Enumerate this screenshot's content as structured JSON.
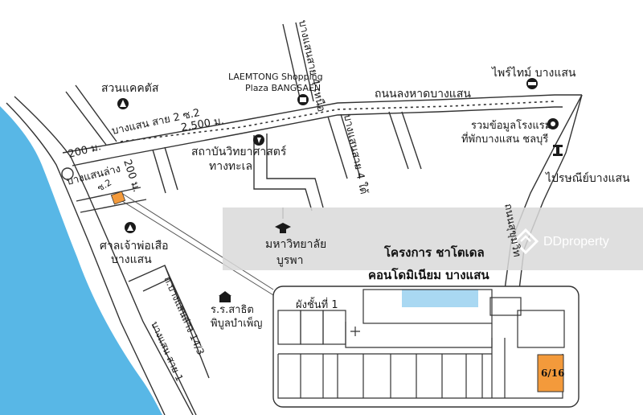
{
  "colors": {
    "sea": "#58b7e6",
    "pool": "#a9d8f2",
    "unit": "#f39a3b",
    "banner": "#d9d9d9",
    "ink": "#1a1a1a"
  },
  "labels": {
    "suan_khaek_dat": "สวนแคคตัส",
    "laemtong_line1": "LAEMTONG Shopping",
    "laemtong_line2": "Plaza BANGSAEN",
    "bangsaen_sai4_nuea": "บางแสนสาย 4 เหนือ",
    "beach_road": "ถนนลงหาดบางแสน",
    "prime_time": "ไพร์ไทม์ บางแสน",
    "bangsaen_sai2": "บางแสน สาย 2 ซ.2",
    "dist_2500": "2,500 ม.",
    "dist_200_left": "200 ม.",
    "dist_200_diag": "200 ม.",
    "bang_saen_lang": "บางแสนล่าง",
    "soi2": "ซ.2",
    "marine_line1": "สถาบันวิทยาศาสตร์",
    "marine_line2": "ทางทะเล",
    "bangsaen_sai4_tai": "บางแสนสาย 4 ใต้",
    "hotel_line1": "รวมข้อมูลโรงแรม",
    "hotel_line2": "ที่พักบางแสน ชลบุรี",
    "post_office": "ไปรษณีย์บางแสน",
    "shrine_line1": "ศาลเจ้าพ่อเสือ",
    "shrine_line2": "บางแสน",
    "university_line1": "มหาวิทยาลัย",
    "university_line2": "บูรพา",
    "sukhumvit": "ถนนสุขุมวิท",
    "project_line1": "โครงการ ชาโตเดล",
    "project_line2": "คอนโดมิเนียม บางแสน",
    "school_line1": "ร.ร.สาธิต",
    "school_line2": "พิบูลบำเพ็ญ",
    "bangsaen_lang_14": "ถ.บางแสนล่าง 14/3",
    "bangsaen_sai1": "บางแสน สาย 1",
    "floor_plan_title": "ผังชั้นที่ 1",
    "unit_number": "6/16",
    "watermark": "DDproperty"
  },
  "icons": [
    "park-icon",
    "shopping-bag-icon",
    "map-pin-icon",
    "car-icon",
    "camera-icon",
    "post-office-icon",
    "shrine-icon",
    "graduation-cap-icon",
    "school-icon",
    "ddproperty-logo-icon"
  ]
}
